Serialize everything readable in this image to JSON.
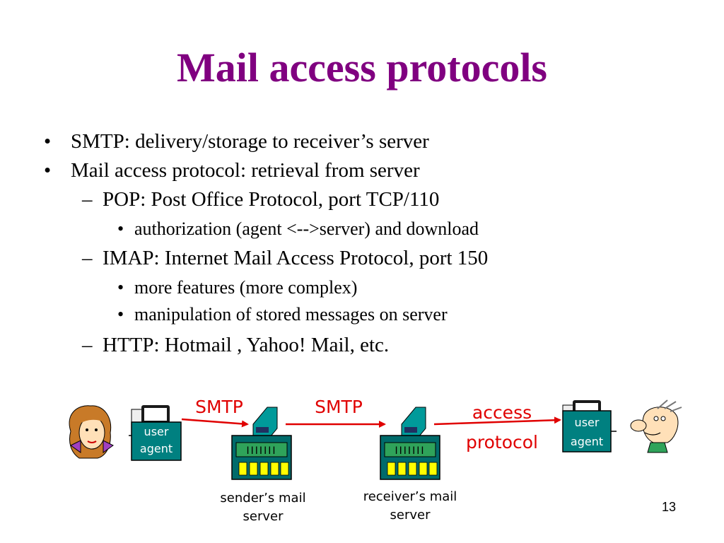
{
  "slide": {
    "title": "Mail access protocols",
    "number": "13"
  },
  "bullets": {
    "b1": "SMTP: delivery/storage to receiver’s server",
    "b2": "Mail access protocol: retrieval from server",
    "b2_1": "POP: Post Office Protocol, port TCP/110",
    "b2_1_1": "authorization (agent <-->server) and download",
    "b2_2": "IMAP: Internet Mail Access Protocol, port 150",
    "b2_2_1": "more features (more complex)",
    "b2_2_2": "manipulation of stored messages on server",
    "b2_3": "HTTP: Hotmail , Yahoo! Mail, etc.",
    "bullet_glyph": "•",
    "dash_glyph": "–"
  },
  "diagram": {
    "left_agent_label_line1": "user",
    "left_agent_label_line2": "agent",
    "right_agent_label_line1": "user",
    "right_agent_label_line2": "agent",
    "arrow1_label": "SMTP",
    "arrow2_label": "SMTP",
    "arrow3_label_line1": "access",
    "arrow3_label_line2": "protocol",
    "sender_server_line1": "sender’s mail",
    "sender_server_line2": "server",
    "receiver_server_line1": "receiver’s mail",
    "receiver_server_line2": "server",
    "server_slots_text": "IIIIIII",
    "colors": {
      "title": "#800080",
      "arrow": "#e00000",
      "agent_box": "#008080",
      "server_body": "#006b6b",
      "server_screen": "#2fa35a",
      "server_buttons": "#ffff00"
    }
  }
}
